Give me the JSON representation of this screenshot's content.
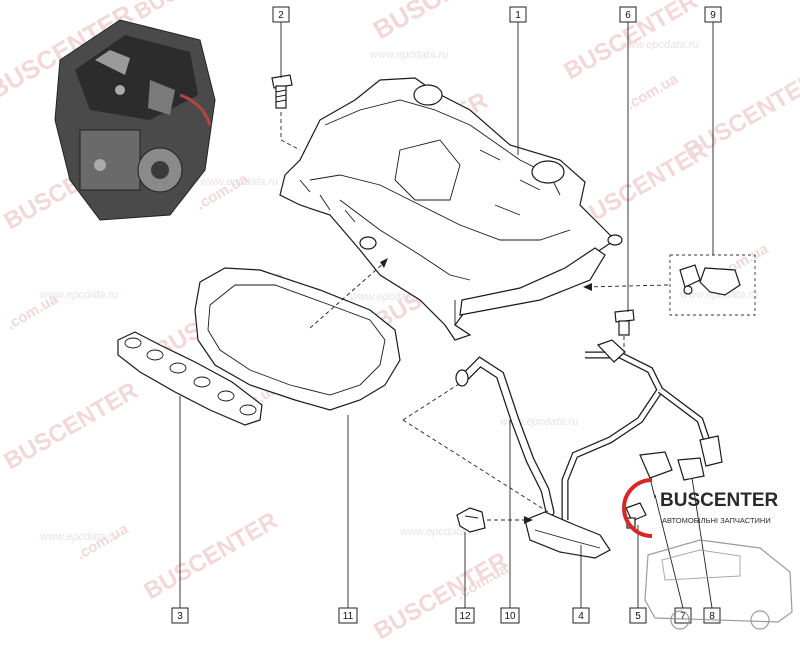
{
  "watermarks": {
    "brand": "BUSCENTER",
    "domain": ".com.ua",
    "catalog": "www.epcdata.ru"
  },
  "callouts": [
    {
      "id": "callout-1",
      "label": "1"
    },
    {
      "id": "callout-2",
      "label": "2"
    },
    {
      "id": "callout-3",
      "label": "3"
    },
    {
      "id": "callout-4",
      "label": "4"
    },
    {
      "id": "callout-5",
      "label": "5"
    },
    {
      "id": "callout-6",
      "label": "6"
    },
    {
      "id": "callout-7",
      "label": "7"
    },
    {
      "id": "callout-8",
      "label": "8"
    },
    {
      "id": "callout-9",
      "label": "9"
    },
    {
      "id": "callout-10",
      "label": "10"
    },
    {
      "id": "callout-11",
      "label": "11"
    },
    {
      "id": "callout-12",
      "label": "12"
    }
  ],
  "logo": {
    "name": "BUSCENTER",
    "tagline": "АВТОМОБІЛЬНІ ЗАПЧАСТИНИ"
  },
  "colors": {
    "watermark": "#e8b9b9",
    "logo_red": "#d62828",
    "line": "#1a1a1a"
  }
}
